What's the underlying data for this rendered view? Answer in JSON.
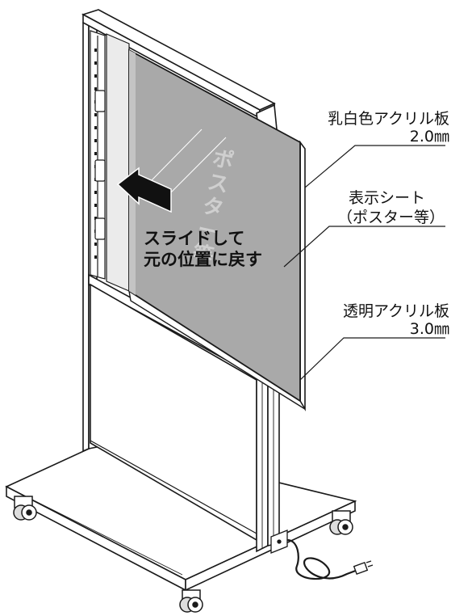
{
  "labels": {
    "milky_acrylic": "乳白色アクリル板",
    "milky_thickness": "2.0㎜",
    "display_sheet": "表示シート",
    "display_sheet_note": "（ポスター等）",
    "clear_acrylic": "透明アクリル板",
    "clear_thickness": "3.0㎜",
    "instruction_line1": "スライドして",
    "instruction_line2": "元の位置に戻す",
    "poster_text": "ポスター等"
  },
  "colors": {
    "outline": "#1a1a1a",
    "panel_fill": "#a9a9a9",
    "ghost_text": "#d0d0d0",
    "arrow": "#111111"
  }
}
